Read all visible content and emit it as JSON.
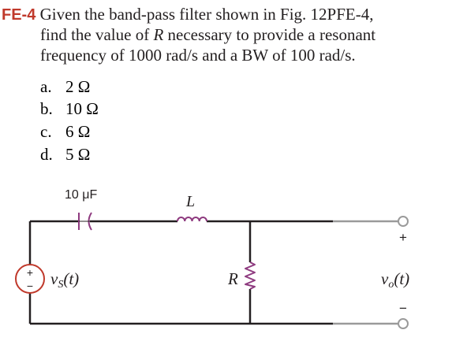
{
  "problem": {
    "tag": "FE-4",
    "line1": "Given the band-pass filter shown in Fig. 12PFE-4,",
    "line2_pre": "find the value of",
    "line2_var": "R",
    "line2_post": "necessary to provide a resonant",
    "line3": "frequency of 1000 rad/s and a BW of 100 rad/s."
  },
  "choices": [
    {
      "letter": "a.",
      "value": "2 Ω"
    },
    {
      "letter": "b.",
      "value": "10 Ω"
    },
    {
      "letter": "c.",
      "value": "6 Ω"
    },
    {
      "letter": "d.",
      "value": "5 Ω"
    }
  ],
  "circuit": {
    "capacitor_label": "10 μF",
    "inductor_label": "L",
    "resistor_label": "R",
    "source_label_main": "v",
    "source_label_sub": "S",
    "source_label_arg": "(t)",
    "source_plus": "+",
    "source_minus": "−",
    "output_label_main": "v",
    "output_label_sub": "o",
    "output_label_arg": "(t)",
    "output_plus": "+",
    "output_minus": "−",
    "colors": {
      "wire": "#231f20",
      "component": "#8e3a7f",
      "terminal": "#9a9a9a",
      "source_circle": "#c0392b"
    }
  }
}
